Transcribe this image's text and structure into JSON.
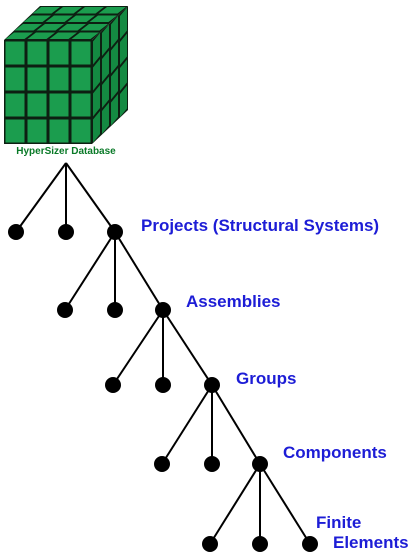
{
  "database": {
    "icon": "green-cube-icon",
    "label": "HyperSizer Database",
    "label_color": "#0a7a28"
  },
  "hierarchy": [
    {
      "label": "Projects (Structural Systems)"
    },
    {
      "label": "Assemblies"
    },
    {
      "label": "Groups"
    },
    {
      "label": "Components"
    },
    {
      "label_line1": "Finite",
      "label_line2": "Elements"
    }
  ],
  "colors": {
    "level_label": "#1d1dd6",
    "tree_line": "#000000",
    "cube_green": "#1b9d4e",
    "cube_dark": "#0d1f12"
  }
}
